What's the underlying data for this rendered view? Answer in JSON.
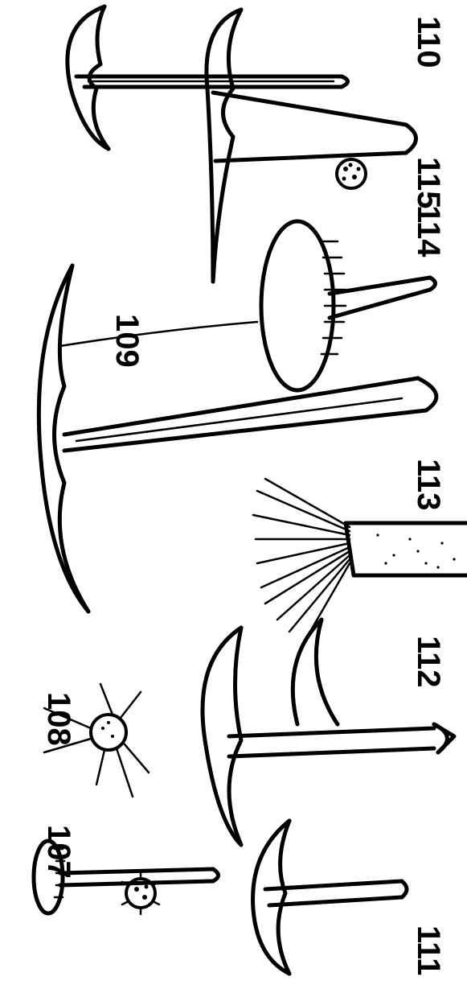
{
  "figure_numbers": {
    "fig107": "107",
    "fig108": "108",
    "fig109": "109",
    "fig110": "110",
    "fig111": "111",
    "fig112": "112",
    "fig113": "113",
    "fig114": "114",
    "fig115": "115"
  },
  "colors": {
    "ink": "#000000",
    "paper": "#ffffff"
  }
}
